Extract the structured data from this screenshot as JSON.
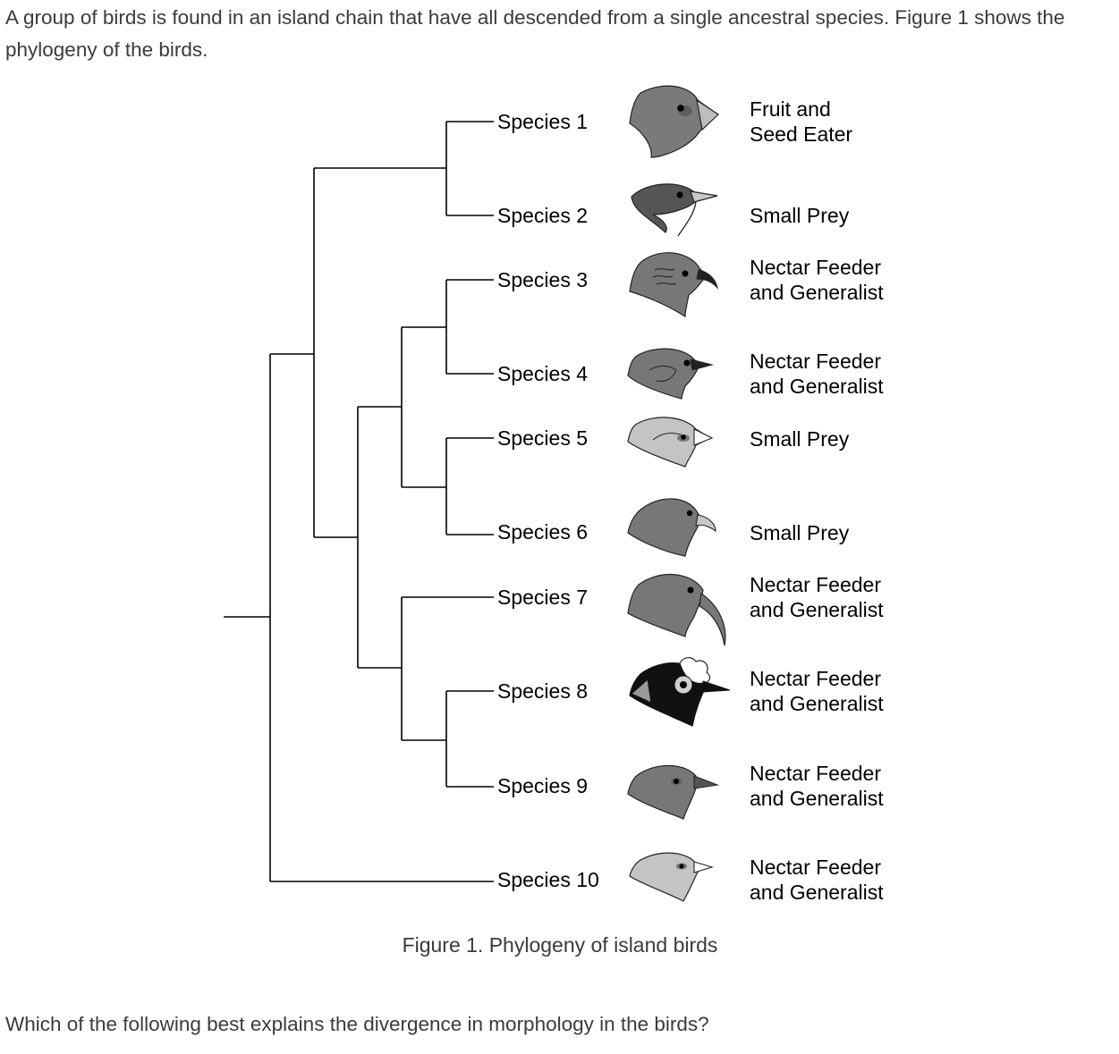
{
  "intro": "A group of birds is found in an island chain that have all descended from a single ancestral species. Figure 1 shows the phylogeny of the birds.",
  "figure": {
    "caption": "Figure 1. Phylogeny of island birds",
    "species": [
      {
        "label": "Species 1",
        "diet": [
          "Fruit and",
          "Seed Eater"
        ],
        "head_color": "#7a7a7a",
        "head_icon": "finch-head-icon"
      },
      {
        "label": "Species 2",
        "diet": [
          "Small Prey"
        ],
        "head_color": "#555555",
        "head_icon": "warbler-head-icon"
      },
      {
        "label": "Species 3",
        "diet": [
          "Nectar Feeder",
          "and Generalist"
        ],
        "head_color": "#777777",
        "head_icon": "curved-bill-head-icon"
      },
      {
        "label": "Species 4",
        "diet": [
          "Nectar Feeder",
          "and Generalist"
        ],
        "head_color": "#777777",
        "head_icon": "short-bill-head-icon"
      },
      {
        "label": "Species 5",
        "diet": [
          "Small Prey"
        ],
        "head_color": "#c4c4c4",
        "head_icon": "pale-head-icon"
      },
      {
        "label": "Species 6",
        "diet": [
          "Small Prey"
        ],
        "head_color": "#777777",
        "head_icon": "hooked-bill-head-icon"
      },
      {
        "label": "Species 7",
        "diet": [
          "Nectar Feeder",
          "and Generalist"
        ],
        "head_color": "#777777",
        "head_icon": "long-curved-bill-head-icon"
      },
      {
        "label": "Species 8",
        "diet": [
          "Nectar Feeder",
          "and Generalist"
        ],
        "head_color": "#111111",
        "head_icon": "crested-head-icon"
      },
      {
        "label": "Species 9",
        "diet": [
          "Nectar Feeder",
          "and Generalist"
        ],
        "head_color": "#777777",
        "head_icon": "pointed-bill-head-icon"
      },
      {
        "label": "Species 10",
        "diet": [
          "Nectar Feeder",
          "and Generalist"
        ],
        "head_color": "#c4c4c4",
        "head_icon": "light-head-icon"
      }
    ]
  },
  "question": "Which of the following best explains the divergence in morphology in the birds?"
}
